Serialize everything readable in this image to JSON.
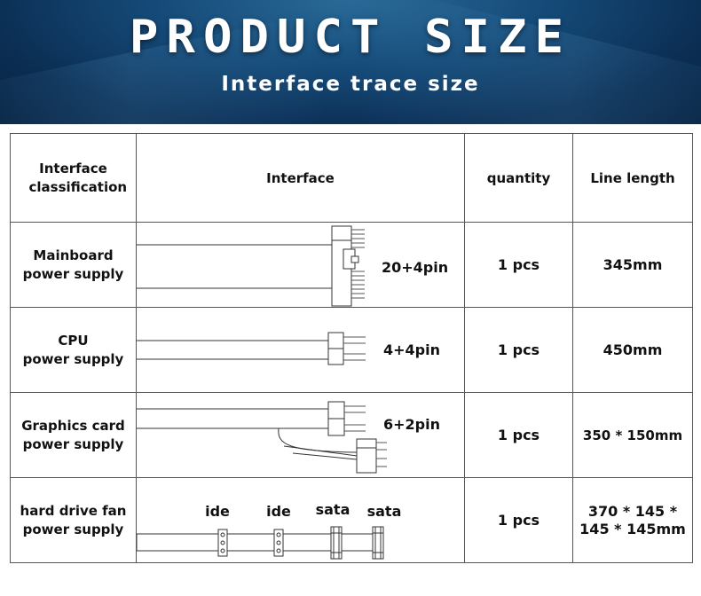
{
  "header": {
    "title": "PRODUCT SIZE",
    "subtitle": "Interface trace size"
  },
  "table": {
    "columns": [
      "Interface classification",
      "Interface",
      "quantity",
      "Line length"
    ],
    "rows": [
      {
        "classification": [
          "Mainboard",
          "power supply"
        ],
        "interface_label": "20+4pin",
        "quantity": "1 pcs",
        "length": [
          "345mm"
        ]
      },
      {
        "classification": [
          "CPU",
          "power supply"
        ],
        "interface_label": "4+4pin",
        "quantity": "1 pcs",
        "length": [
          "450mm"
        ]
      },
      {
        "classification": [
          "Graphics card",
          "power supply"
        ],
        "interface_label": "6+2pin",
        "quantity": "1 pcs",
        "length": [
          "350 * 150mm"
        ]
      },
      {
        "classification": [
          "hard drive fan",
          "power supply"
        ],
        "connector_labels": [
          "ide",
          "ide",
          "sata",
          "sata"
        ],
        "quantity": "1 pcs",
        "length": [
          "370 * 145 *",
          "145 * 145mm"
        ]
      }
    ]
  },
  "icons": [
    "atx-connector-icon",
    "cpu-connector-icon",
    "pcie-connector-icon",
    "peripheral-connector-icon"
  ]
}
